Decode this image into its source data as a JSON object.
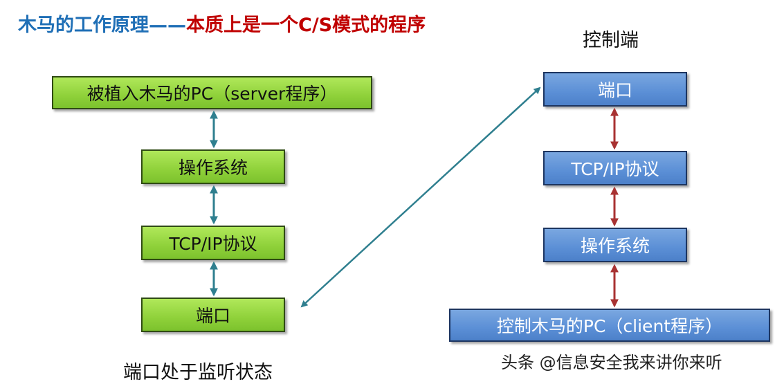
{
  "title": {
    "part1": "木马的工作原理——",
    "part2": "本质上是一个C/S模式的程序"
  },
  "left_stack": [
    "被植入木马的PC（server程序）",
    "操作系统",
    "TCP/IP协议",
    "端口"
  ],
  "left_caption": "端口处于监听状态",
  "right_header": "控制端",
  "right_stack": [
    "端口",
    "TCP/IP协议",
    "操作系统",
    "控制木马的PC（client程序）"
  ],
  "watermark": "头条 @信息安全我来讲你来听",
  "colors": {
    "left_box": "#8fd13a",
    "right_box": "#5b8fd6",
    "left_arrow": "#2f7f8f",
    "right_arrow": "#a83232",
    "title_blue": "#1f6fb6",
    "title_red": "#c00000"
  }
}
